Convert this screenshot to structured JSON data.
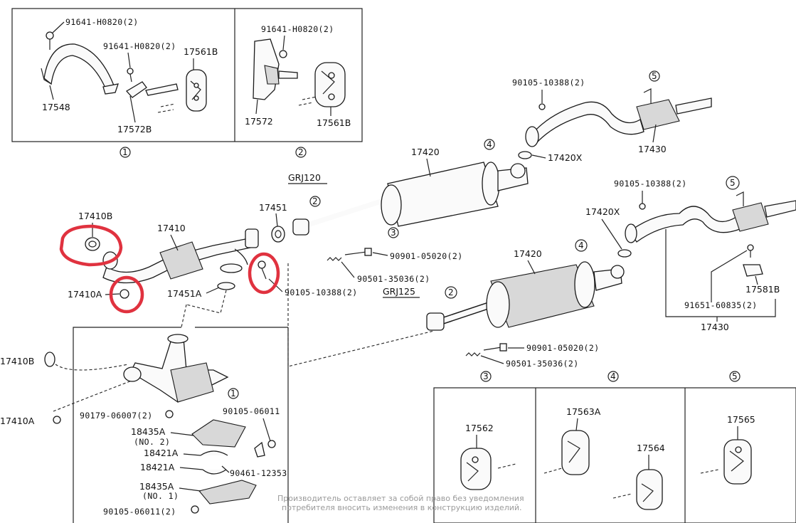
{
  "callouts": {
    "c1": "1",
    "c2": "2",
    "c3": "3",
    "c4": "4",
    "c5": "5"
  },
  "labels": {
    "bolt_91641_h0820_a": "91641-H0820(2)",
    "bolt_91641_h0820_b": "91641-H0820(2)",
    "bolt_91641_h0820_c": "91641-H0820(2)",
    "p17548": "17548",
    "p17572B": "17572B",
    "p17561B_a": "17561B",
    "p17572": "17572",
    "p17561B_b": "17561B",
    "grj120": "GRJ120",
    "grj125": "GRJ125",
    "p17420_top": "17420",
    "p17420X_top": "17420X",
    "p17430_top": "17430",
    "bolt_90105_10388_a": "90105-10388(2)",
    "bolt_90105_10388_b": "90105-10388(2)",
    "bolt_90105_10388_c": "90105-10388(2)",
    "p17451": "17451",
    "p17451A": "17451A",
    "p17410": "17410",
    "p17410B": "17410B",
    "p17410A": "17410A",
    "p17410B_2": "17410B",
    "p17410A_2": "17410A",
    "bolt_90901_05020_a": "90901-05020(2)",
    "bolt_90901_05020_b": "90901-05020(2)",
    "spring_90501_35036_a": "90501-35036(2)",
    "spring_90501_35036_b": "90501-35036(2)",
    "p17420X_mid": "17420X",
    "p17420_mid": "17420",
    "p17430_mid": "17430",
    "p91651_60835": "91651-60835(2)",
    "p17581B": "17581B",
    "p90179_06007": "90179-06007(2)",
    "p90105_06011_a": "90105-06011",
    "p18435A_no2": "18435A",
    "p18435A_no2_sub": "(NO. 2)",
    "p18421A_a": "18421A",
    "p18421A_b": "18421A",
    "p90461_12353": "90461-12353",
    "p18435A_no1": "18435A",
    "p18435A_no1_sub": "(NO. 1)",
    "p90105_06011_b": "90105-06011(2)",
    "p17562": "17562",
    "p17563A": "17563A",
    "p17564": "17564",
    "p17565": "17565"
  },
  "watermark": {
    "line1": "Производитель оставляет за собой право без уведомления",
    "line2": "потребителя вносить изменения в конструкцию изделий."
  },
  "colors": {
    "highlight": "#e0323f",
    "ink": "#1a1a1a"
  }
}
